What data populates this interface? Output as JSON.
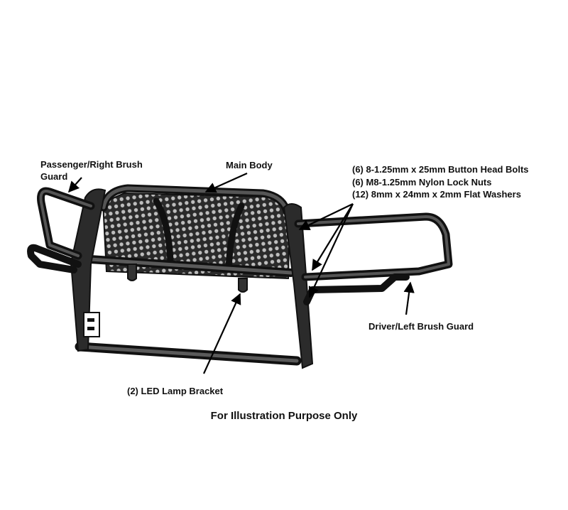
{
  "labels": {
    "passenger_guard": "Passenger/Right Brush Guard",
    "main_body": "Main Body",
    "driver_guard": "Driver/Left Brush Guard",
    "led_bracket": "(2) LED Lamp Bracket"
  },
  "hardware": [
    "(6)  8-1.25mm x 25mm Button Head Bolts",
    "(6)  M8-1.25mm Nylon Lock Nuts",
    "(12) 8mm x 24mm x 2mm Flat Washers"
  ],
  "footer_note": "For Illustration Purpose Only"
}
